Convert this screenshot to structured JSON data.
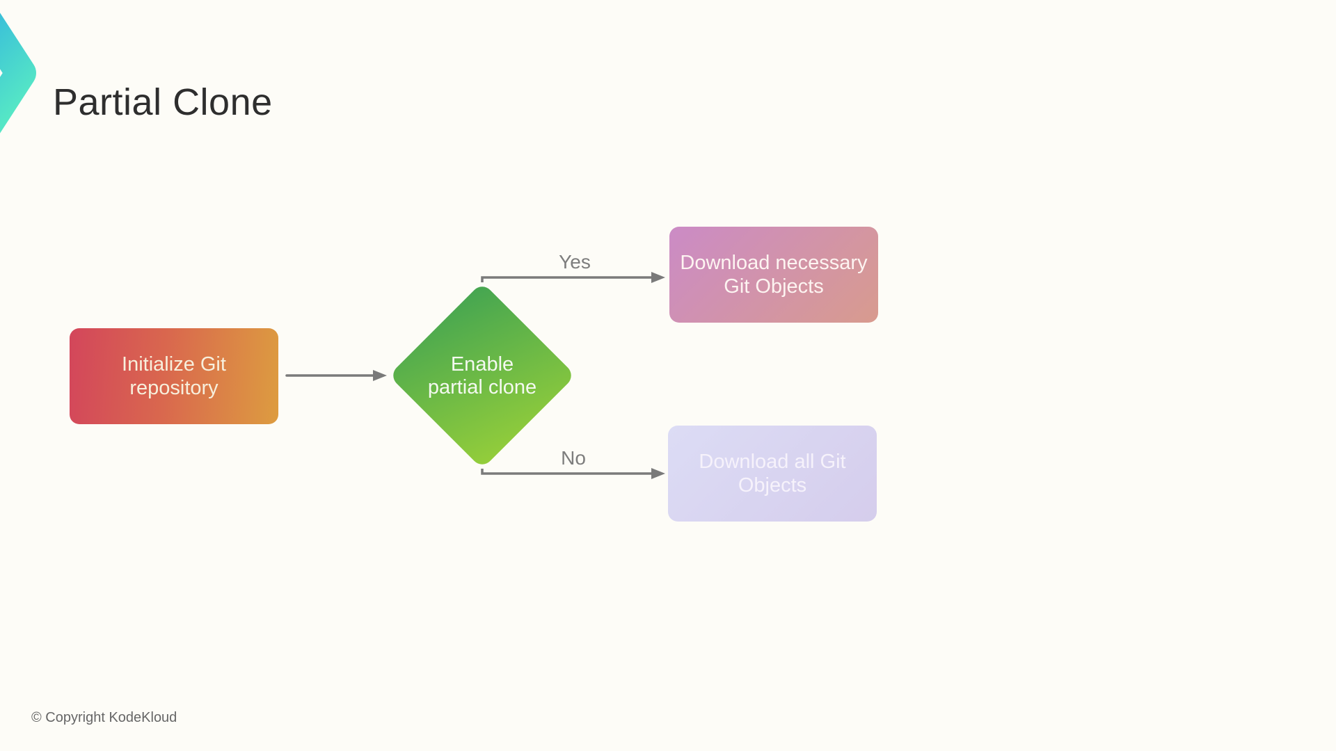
{
  "slide": {
    "title": "Partial Clone",
    "footer": "© Copyright KodeKloud",
    "background_color": "#fdfcf7",
    "logo": {
      "icon": "kodekloud-chevron",
      "gradient": [
        "#38bdda",
        "#55e6c6"
      ]
    }
  },
  "flowchart": {
    "edge_color": "#7a7a7a",
    "edge_label_color": "#7d7d7d",
    "nodes": [
      {
        "id": "initialize",
        "type": "process",
        "label": "Initialize Git repository",
        "lines": [
          "Initialize Git",
          "repository"
        ],
        "gradient": [
          "#d3465b",
          "#dd9c40"
        ],
        "text_color": "#f7efdc"
      },
      {
        "id": "decision",
        "type": "decision",
        "label": "Enable partial clone",
        "lines": [
          "Enable",
          "partial clone"
        ],
        "gradient": [
          "#44a551",
          "#95ce3a"
        ],
        "text_color": "#ffffff"
      },
      {
        "id": "download-necessary",
        "type": "process",
        "label": "Download necessary Git Objects",
        "lines": [
          "Download necessary",
          "Git Objects"
        ],
        "gradient": [
          "#cb8bc6",
          "#d89b8e"
        ],
        "text_color": "#ffffff"
      },
      {
        "id": "download-all",
        "type": "process",
        "label": "Download all Git Objects",
        "lines": [
          "Download all Git",
          "Objects"
        ],
        "gradient": [
          "#dcdcf5",
          "#d5cdec"
        ],
        "text_color": "#ffffff"
      }
    ],
    "edges": [
      {
        "from": "initialize",
        "to": "decision",
        "label": ""
      },
      {
        "from": "decision",
        "to": "download-necessary",
        "label": "Yes"
      },
      {
        "from": "decision",
        "to": "download-all",
        "label": "No"
      }
    ]
  }
}
